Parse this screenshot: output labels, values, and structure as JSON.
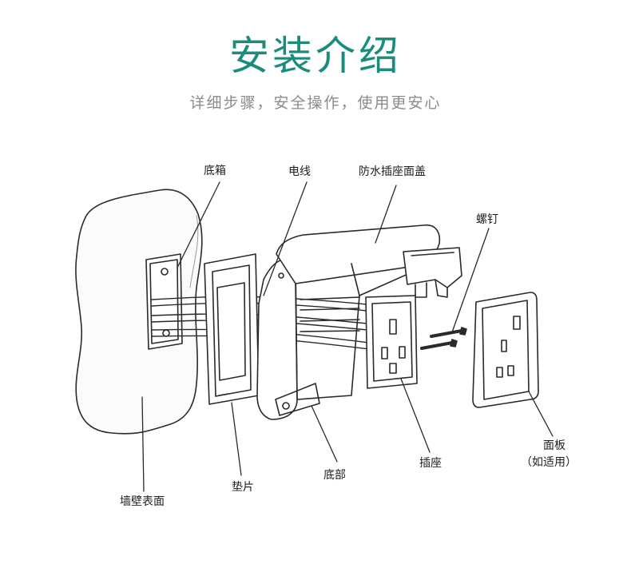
{
  "header": {
    "title": "安装介绍",
    "subtitle": "详细步骤，安全操作，使用更安心"
  },
  "labels": {
    "back_box": "底箱",
    "wire": "电线",
    "waterproof_cover": "防水插座面盖",
    "screws": "螺钉",
    "wall_surface": "墙壁表面",
    "gasket": "垫片",
    "base": "底部",
    "socket": "插座",
    "panel": "面板",
    "panel_note": "（如适用）"
  }
}
